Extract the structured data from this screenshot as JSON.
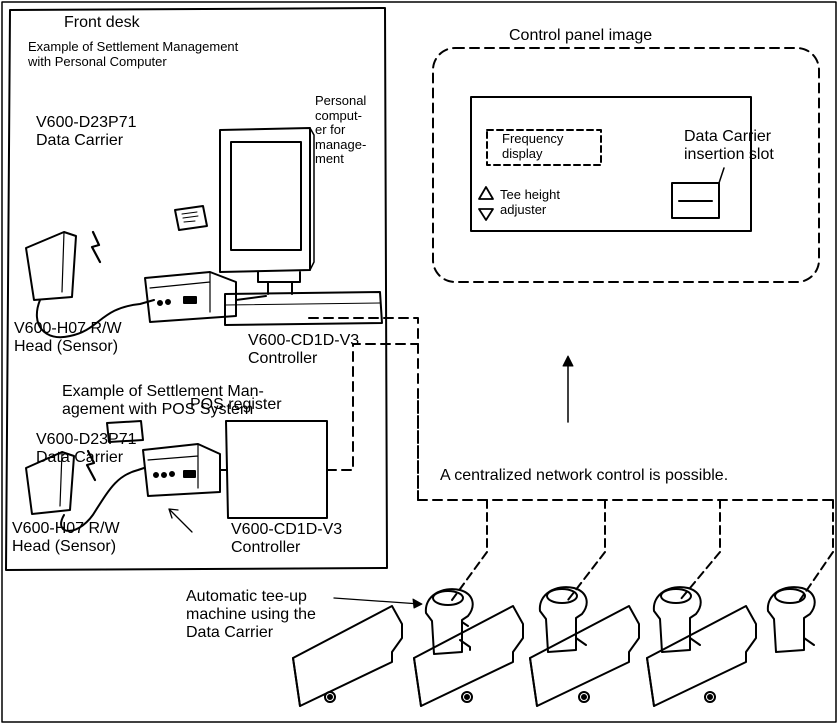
{
  "front_desk": {
    "title": "Front desk",
    "pc_example": {
      "heading": "Example of Settlement Management\nwith Personal Computer",
      "data_carrier": "V600-D23P71\nData Carrier",
      "personal_computer": "Personal\ncomput-\ner for\nmanage-\nment",
      "rw_head": "V600-H07 R/W\nHead (Sensor)",
      "controller": "V600-CD1D-V3\nController"
    },
    "pos_example": {
      "heading": "Example of Settlement Man-\nagement with POS System",
      "data_carrier": "V600-D23P71\nData Carrier",
      "pos_register": "POS register",
      "rw_head": "V600-H07 R/W\nHead (Sensor)",
      "controller": "V600-CD1D-V3\nController"
    }
  },
  "control_panel": {
    "title": "Control panel image",
    "frequency_display": "Frequency\ndisplay",
    "tee_height_adjuster": "Tee height\nadjuster",
    "insertion_slot": "Data Carrier\ninsertion slot"
  },
  "network_note": "A centralized network control is possible.",
  "tee_up_machine": "Automatic tee-up\nmachine using the\nData Carrier"
}
